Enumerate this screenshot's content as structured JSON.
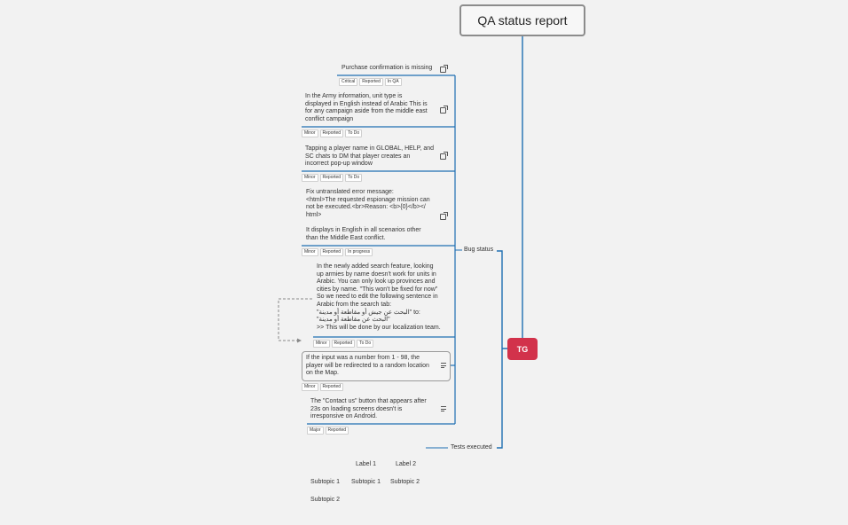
{
  "root": {
    "title": "QA status report"
  },
  "main_topic": {
    "label": "TG"
  },
  "branches": {
    "bug_status": "Bug status",
    "tests_executed": "Tests executed"
  },
  "issues": [
    {
      "text": "Purchase confirmation is missing",
      "has_link": true,
      "tags": [
        "Critical",
        "Reported",
        "In QA"
      ]
    },
    {
      "text": "In the Army information, unit type is\ndisplayed in English instead of Arabic This is\nfor any campaign aside from the middle east\nconflict campaign",
      "has_link": true,
      "tags": [
        "Minor",
        "Reported",
        "To Do"
      ]
    },
    {
      "text": "Tapping a player name in GLOBAL, HELP, and\nSC chats to DM that player creates an\nincorrect pop-up window",
      "has_link": true,
      "tags": [
        "Minor",
        "Reported",
        "To Do"
      ]
    },
    {
      "text": "Fix untranslated error message:\n<html>The requested espionage mission can\nnot be executed.<br>Reason: <b>{0}</b></\nhtml>\n\nIt displays in English in all scenarios other\nthan the Middle East conflict.",
      "has_link": true,
      "tags": [
        "Minor",
        "Reported",
        "In progress"
      ]
    },
    {
      "text": "In the newly added search feature, looking\nup armies by name doesn't work for units in\nArabic. You can only look up provinces and\ncities by name. \"This won't be fixed for now\"\nSo we need to edit the following sentence in\nArabic from the search tab:\n\"البحث عن جيش أو مقاطعة أو مدينة\" to:\n\"البحث عن مقاطعة أو مدينة\"\n>> This will be done by our localization team.",
      "has_link": false,
      "tags": [
        "Minor",
        "Reported",
        "To Do"
      ]
    },
    {
      "text": "If the input was a number from 1 - 98, the\nplayer will be redirected to a random location\non the Map.",
      "has_note": true,
      "tags": [
        "Minor",
        "Reported"
      ]
    },
    {
      "text": "The \"Contact us\" button that appears after\n23s on loading screens doesn't is\nirresponsive on Android.",
      "has_note": true,
      "tags": [
        "Major",
        "Reported"
      ]
    }
  ],
  "matrix": {
    "labels": [
      "Label 1",
      "Label 2"
    ],
    "row1": [
      "Subtopic 1",
      "Subtopic 1",
      "Subtopic 2"
    ],
    "row2": [
      "Subtopic 2"
    ]
  },
  "colors": {
    "line": "#1f6fb2",
    "accent": "#d2324b",
    "dashed": "#888888"
  }
}
